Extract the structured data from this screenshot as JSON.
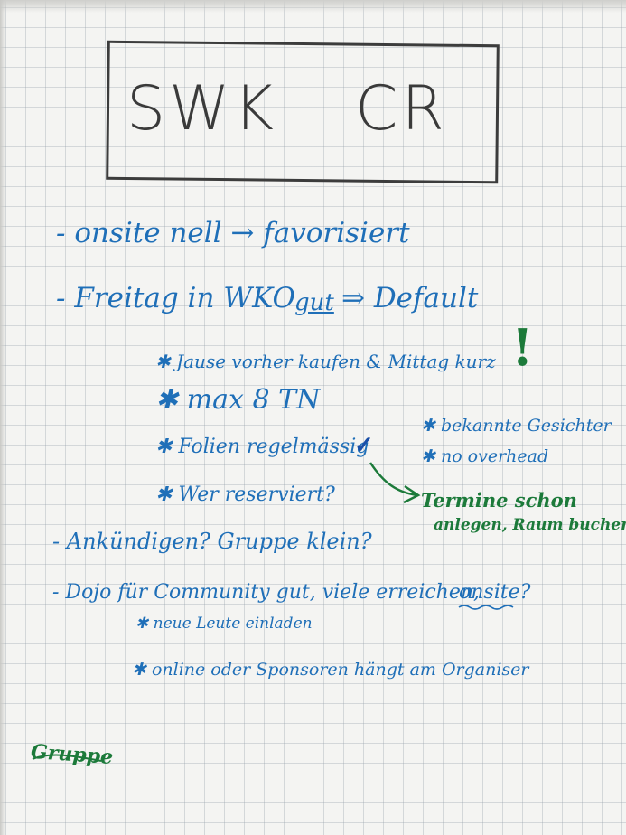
{
  "board": {
    "title": {
      "left": "SWK",
      "right": "CR"
    },
    "lines": {
      "onsite": "- onsite nell → favorisiert",
      "freitag": "- Freitag in WKO",
      "freitag_gut": "gut",
      "freitag_default": "⇒ Default",
      "jause": "✱ Jause vorher kaufen & Mittag kurz",
      "max": "✱ max 8 TN",
      "folien": "✱ Folien regelmässig",
      "check": "✓",
      "wer": "✱ Wer reserviert?",
      "ankuendigen": "- Ankündigen?  Gruppe klein?",
      "dojo": "- Dojo für Community gut, viele erreichen,",
      "dojo_onsite": "onsite?",
      "neue": "✱ neue Leute einladen",
      "online": "✱ online oder Sponsoren  hängt am Organiser"
    },
    "side_notes": {
      "bekannte": "✱ bekannte Gesichter",
      "overhead": "✱ no overhead",
      "termine_1": "Termine schon",
      "termine_2": "anlegen, Raum buchen",
      "exclaim": "!",
      "gruppe": "Gruppe"
    },
    "colors": {
      "blue_ink": "#1f6fb8",
      "green_ink": "#1c7a3a",
      "black_ink": "#3a3a3a",
      "grid_paper": "#f4f4f2"
    }
  }
}
